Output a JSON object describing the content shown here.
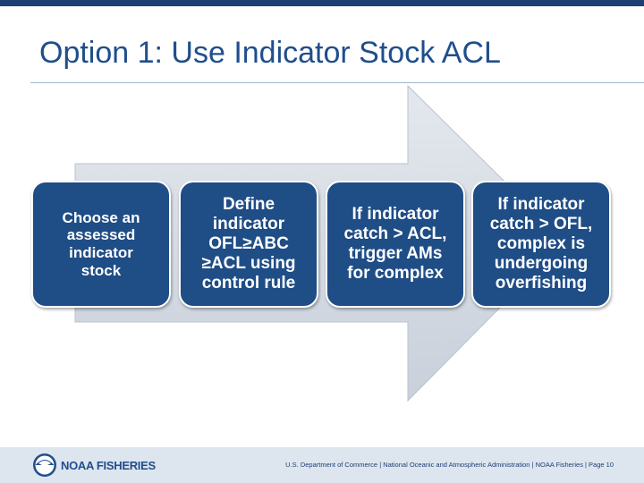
{
  "slide": {
    "title": "Option 1: Use Indicator Stock ACL"
  },
  "steps": [
    {
      "text": "Choose an assessed indicator stock"
    },
    {
      "text": "Define indicator OFL≥ABC ≥ACL using control rule"
    },
    {
      "text": "If indicator catch > ACL, trigger AMs for complex"
    },
    {
      "text": "If indicator catch > OFL, complex is undergoing overfishing"
    }
  ],
  "footer": {
    "logo_text": "NOAA FISHERIES",
    "credit": "U.S. Department of Commerce | National Oceanic and Atmospheric Administration | NOAA Fisheries | Page 10"
  },
  "colors": {
    "title": "#1f4e8c",
    "box_fill": "#1f4d86",
    "arrow_fill": "#d3d9e3",
    "footer_bg": "#dde5ef"
  }
}
